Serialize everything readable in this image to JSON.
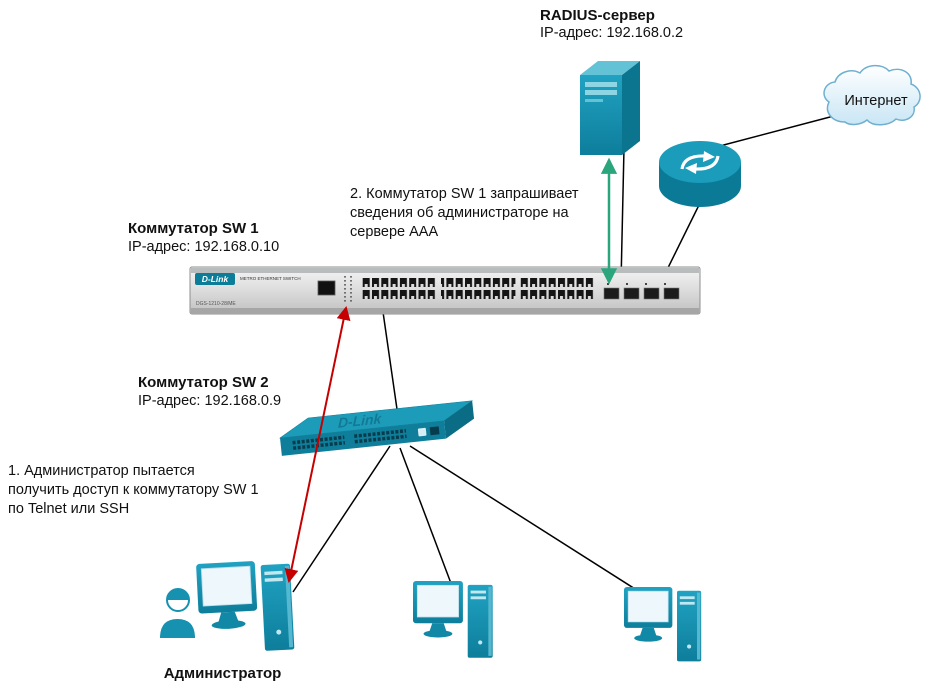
{
  "radius_server": {
    "title": "RADIUS-сервер",
    "ip": "IP-адрес: 192.168.0.2"
  },
  "internet": {
    "label": "Интернет"
  },
  "sw1": {
    "title": "Коммутатор SW 1",
    "ip": "IP-адрес: 192.168.0.10",
    "brand": "D-Link",
    "brand_tagline": "METRO ETHERNET SWITCH",
    "model": "DGS-1210-28/ME"
  },
  "sw2": {
    "title": "Коммутатор SW 2",
    "ip": "IP-адрес: 192.168.0.9",
    "brand": "D-Link"
  },
  "admin": {
    "label": "Администратор"
  },
  "annotations": {
    "step1": "1. Администратор пытается\nполучить доступ к коммутатору SW 1\nпо Telnet или SSH",
    "step2": "2. Коммутатор SW 1 запрашивает\nсведения об администраторе на\nсервере AAA"
  },
  "colors": {
    "device_teal": "#1691b0",
    "arrow_green": "#2aa57c",
    "arrow_red": "#c60000",
    "line_black": "#000000"
  }
}
